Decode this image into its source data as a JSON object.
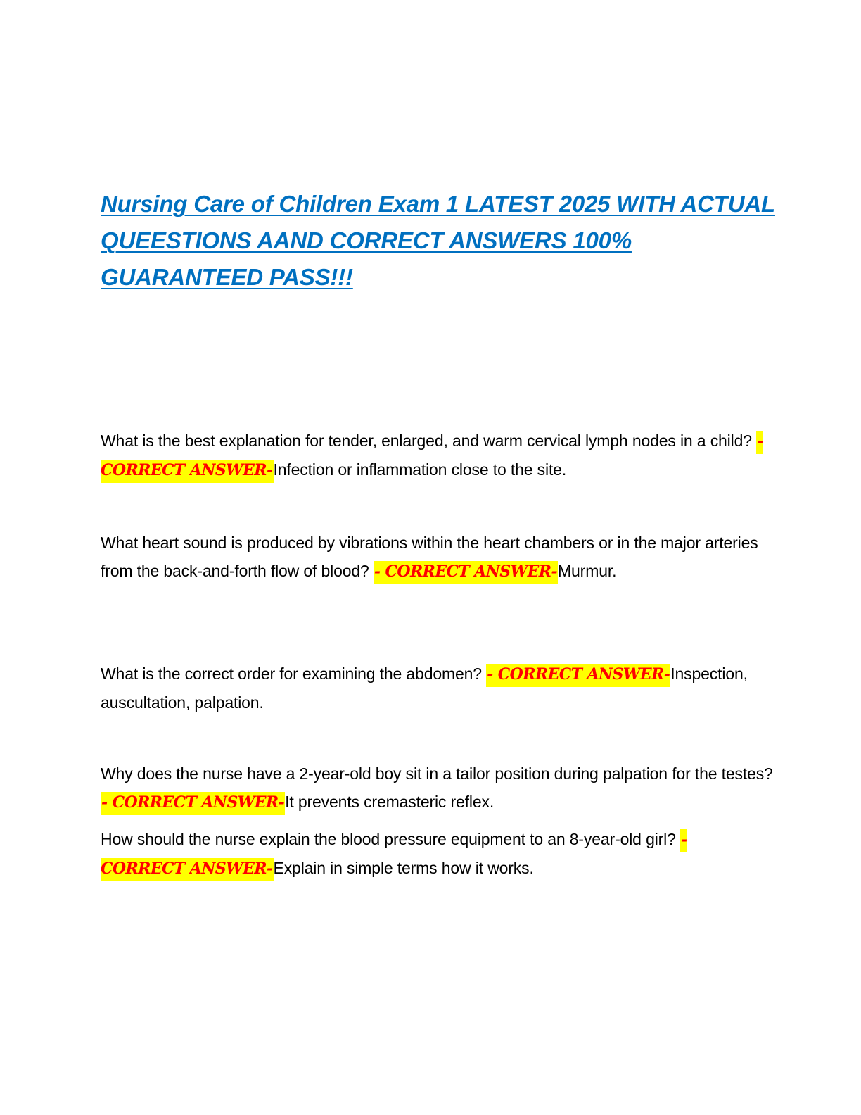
{
  "document": {
    "title": "Nursing Care of Children Exam 1 LATEST 2025 WITH ACTUAL QUEESTIONS AAND CORRECT ANSWERS 100% GUARANTEED PASS!!!",
    "answer_label": "- CORRECT ANSWER-",
    "qa": [
      {
        "question": "What is the best explanation for tender, enlarged, and warm cervical lymph nodes in a child? ",
        "answer": "Infection or inflammation close to the site."
      },
      {
        "question": "What heart sound is produced by vibrations within the heart chambers or in the major arteries from the back-and-forth flow of blood? ",
        "answer": "Murmur."
      },
      {
        "question": "What is the correct order for examining the abdomen? ",
        "answer": "Inspection, auscultation, palpation."
      },
      {
        "question": "Why does the nurse have a 2-year-old boy sit in a tailor position during palpation for the testes? ",
        "answer": "It prevents cremasteric reflex."
      },
      {
        "question": "How should the nurse explain the blood pressure equipment to an 8-year-old girl? ",
        "answer": "Explain in simple terms how it works."
      }
    ]
  },
  "colors": {
    "title": "#0070c0",
    "answer_label_text": "#ff0000",
    "answer_label_highlight": "#ffff00"
  }
}
